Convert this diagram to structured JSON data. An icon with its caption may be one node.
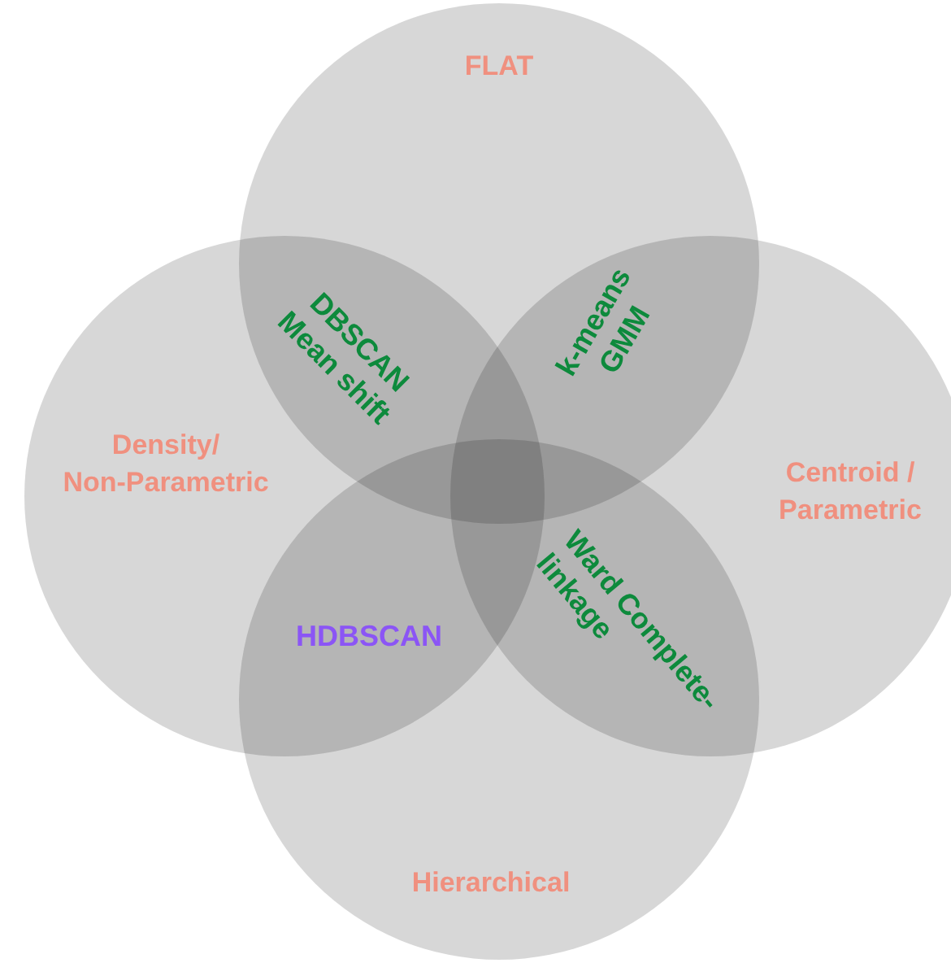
{
  "diagram": {
    "nodes": [
      {
        "text": [
          "FLAT"
        ]
      },
      {
        "text": [
          "Density/ Non-Parametric"
        ]
      },
      {
        "text": [
          "Centroid / Parametric"
        ]
      },
      {
        "text": [
          "Hierarchical"
        ]
      }
    ],
    "labels": [
      "DBSCAN Mean shift",
      "k-means GMM",
      "HDBSCAN",
      "Ward Complete-linkage"
    ]
  }
}
